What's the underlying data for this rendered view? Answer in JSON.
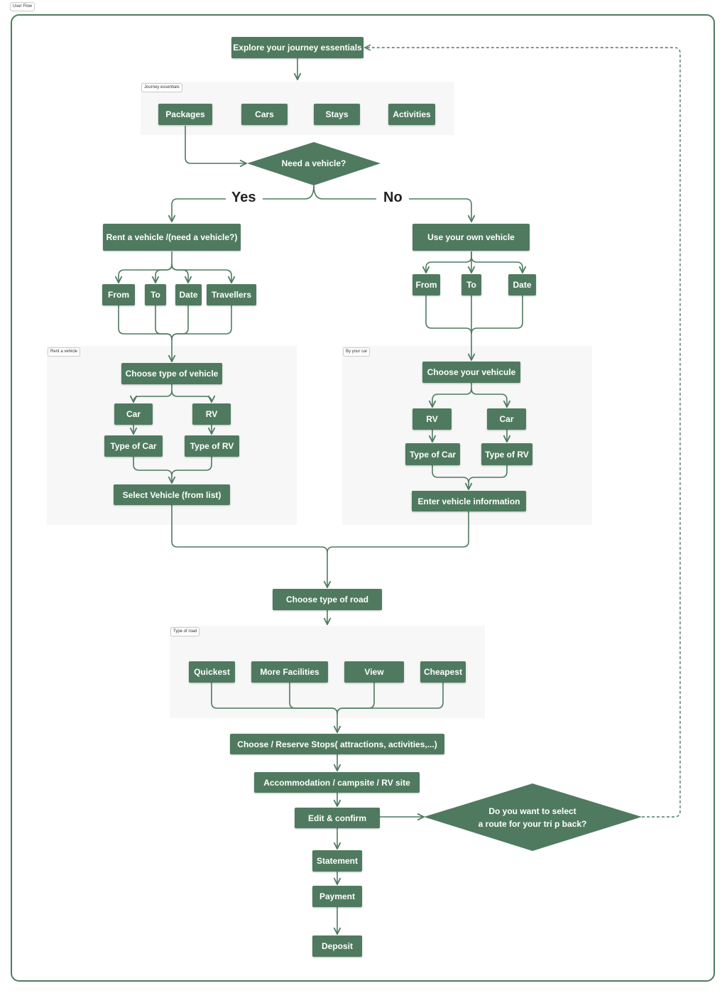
{
  "page_tag": "User Flow",
  "groups": {
    "journey": "Journey essentials",
    "rent": "Rent a vehicle",
    "own": "By your car",
    "road": "Type of road"
  },
  "nodes": {
    "explore": "Explore your journey essentials",
    "packages": "Packages",
    "cars": "Cars",
    "stays": "Stays",
    "activities": "Activities",
    "need_vehicle": "Need a vehicle?",
    "rent_vehicle": "Rent a vehicle /(need a vehicle?)",
    "own_vehicle": "Use your own vehicle",
    "rent_from": "From",
    "rent_to": "To",
    "rent_date": "Date",
    "rent_travellers": "Travellers",
    "own_from": "From",
    "own_to": "To",
    "own_date": "Date",
    "choose_type_vehicle": "Choose type of vehicle",
    "rent_car": "Car",
    "rent_rv": "RV",
    "rent_type_car": "Type of Car",
    "rent_type_rv": "Type of RV",
    "select_vehicle": "Select Vehicle (from list)",
    "choose_your_vehicle": "Choose your vehicule",
    "own_rv": "RV",
    "own_car": "Car",
    "own_type_car": "Type of Car",
    "own_type_rv": "Type of RV",
    "enter_vehicle_info": "Enter vehicle information",
    "choose_road": "Choose type of road",
    "quickest": "Quickest",
    "more_facilities": "More Facilities",
    "view": "View",
    "cheapest": "Cheapest",
    "reserve_stops": "Choose / Reserve Stops( attractions, activities,...)",
    "accommodation": "Accommodation / campsite / RV site",
    "edit_confirm": "Edit & confirm",
    "return_q_line1": "Do you want to select",
    "return_q_line2": "a route for your tri p back?",
    "statement": "Statement",
    "payment": "Payment",
    "deposit": "Deposit"
  },
  "edge_labels": {
    "yes": "Yes",
    "no": "No"
  },
  "colors": {
    "node_fill": "#4f7a60",
    "line": "#4f7a60",
    "group_fill": "#f6f7f6"
  }
}
